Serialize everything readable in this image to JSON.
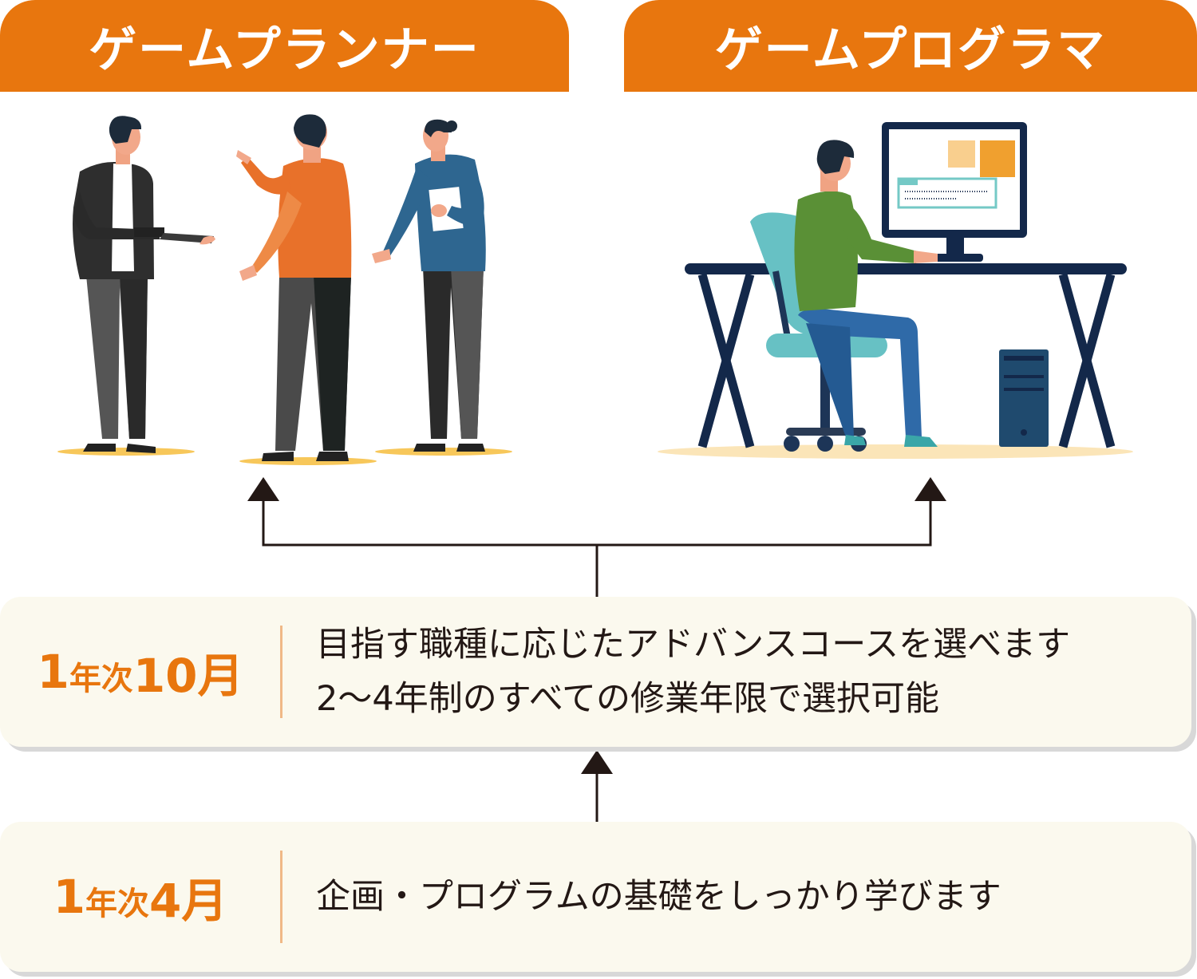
{
  "tabs": {
    "planner": "ゲームプランナー",
    "programmer": "ゲームプログラマ"
  },
  "steps": {
    "advanced": {
      "num": "1",
      "unit": "年次",
      "month": "10月",
      "line1": "目指す職種に応じたアドバンスコースを選べます",
      "line2": "2〜4年制のすべての修業年限で選択可能"
    },
    "basic": {
      "num": "1",
      "unit": "年次",
      "month": "4月",
      "line1": "企画・プログラムの基礎をしっかり学びます"
    }
  },
  "colors": {
    "accent": "#e8760e",
    "box_bg": "#fbf9ee",
    "arrow": "#231815",
    "text": "#231815"
  },
  "icons": [
    "people-meeting-illustration",
    "programmer-at-desk-illustration"
  ]
}
